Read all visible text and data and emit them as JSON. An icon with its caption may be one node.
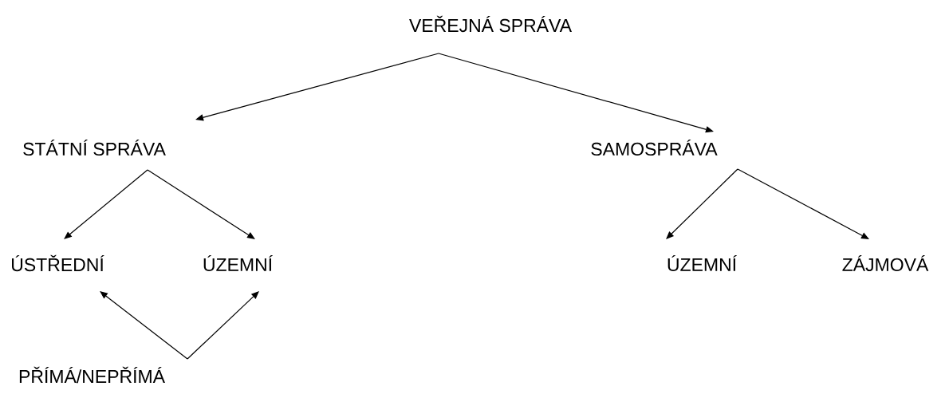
{
  "diagram": {
    "nodes": [
      {
        "text": [
          "VEŘEJNÁ SPRÁVA"
        ]
      },
      {
        "text": [
          "STÁTNÍ SPRÁVA"
        ]
      },
      {
        "text": [
          "SAMOSPRÁVA"
        ]
      },
      {
        "text": [
          "ÚSTŘEDNÍ"
        ]
      },
      {
        "text": [
          "ÚZEMNÍ"
        ]
      },
      {
        "text": [
          "ÚZEMNÍ"
        ]
      },
      {
        "text": [
          "ZÁJMOVÁ"
        ]
      },
      {
        "text": [
          "PŘÍMÁ/NEPŘÍMÁ"
        ]
      }
    ],
    "edges": [
      {
        "from": 0,
        "to": 1,
        "arrow": "to"
      },
      {
        "from": 0,
        "to": 2,
        "arrow": "to"
      },
      {
        "from": 1,
        "to": 3,
        "arrow": "to"
      },
      {
        "from": 1,
        "to": 4,
        "arrow": "to"
      },
      {
        "from": 2,
        "to": 5,
        "arrow": "to"
      },
      {
        "from": 2,
        "to": 6,
        "arrow": "to"
      },
      {
        "from": 7,
        "to": 3,
        "arrow": "to"
      },
      {
        "from": 7,
        "to": 4,
        "arrow": "to"
      }
    ]
  }
}
